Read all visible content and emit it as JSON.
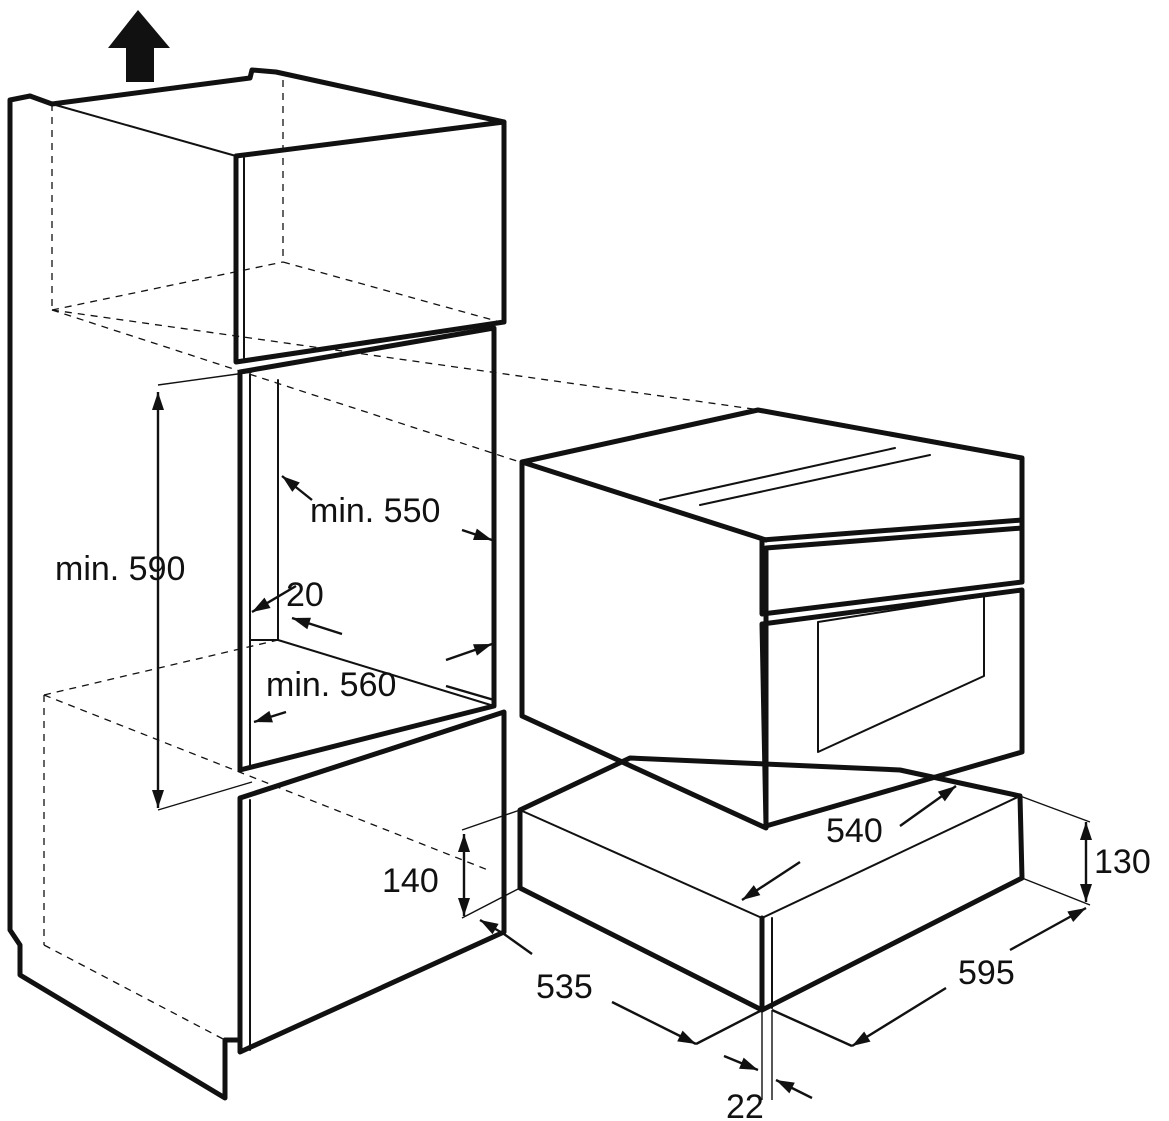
{
  "diagram": {
    "dimensions": {
      "niche_height": "min. 590",
      "niche_width_top": "min. 550",
      "niche_width_bottom": "min. 560",
      "side_gap": "20",
      "drawer_height": "140",
      "unit_height": "130",
      "unit_depth": "540",
      "cabinet_depth": "535",
      "unit_width": "595",
      "front_thickness": "22"
    }
  }
}
